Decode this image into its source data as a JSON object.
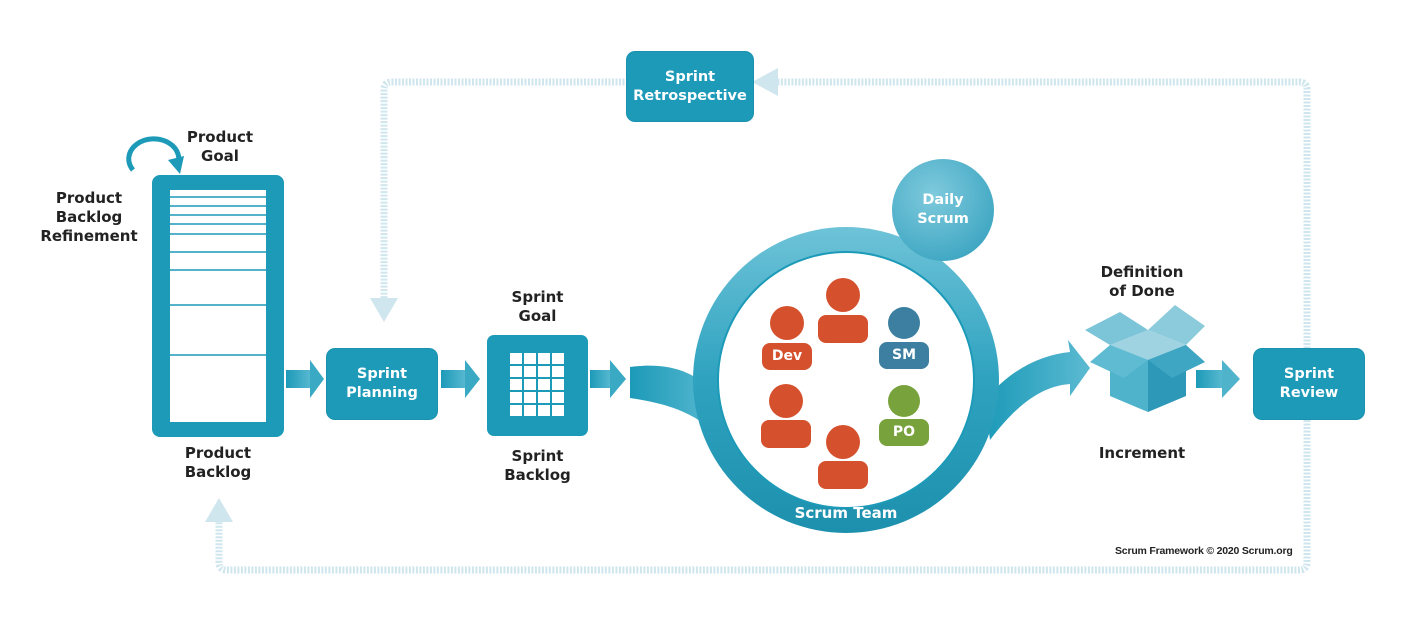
{
  "colors": {
    "teal": "#1c9ab8",
    "teal_light": "#4fb3cc",
    "loop_arrow": "#cfe6ee",
    "dev_orange": "#d5512e",
    "sm_blue": "#3d7fa0",
    "po_green": "#78a33c",
    "text_dark": "#222222"
  },
  "labels": {
    "product_goal": "Product\nGoal",
    "backlog_refinement": "Product\nBacklog\nRefinement",
    "product_backlog": "Product\nBacklog",
    "sprint_goal": "Sprint\nGoal",
    "sprint_backlog": "Sprint\nBacklog",
    "definition_of_done": "Definition\nof Done",
    "increment": "Increment"
  },
  "boxes": {
    "sprint_retrospective": "Sprint\nRetrospective",
    "sprint_planning": "Sprint\nPlanning",
    "sprint_review": "Sprint\nReview"
  },
  "daily_scrum": "Daily\nScrum",
  "scrum_team": {
    "label": "Scrum Team",
    "roles": {
      "dev": "Dev",
      "sm": "SM",
      "po": "PO"
    }
  },
  "footer": "Scrum Framework © 2020 Scrum.org"
}
